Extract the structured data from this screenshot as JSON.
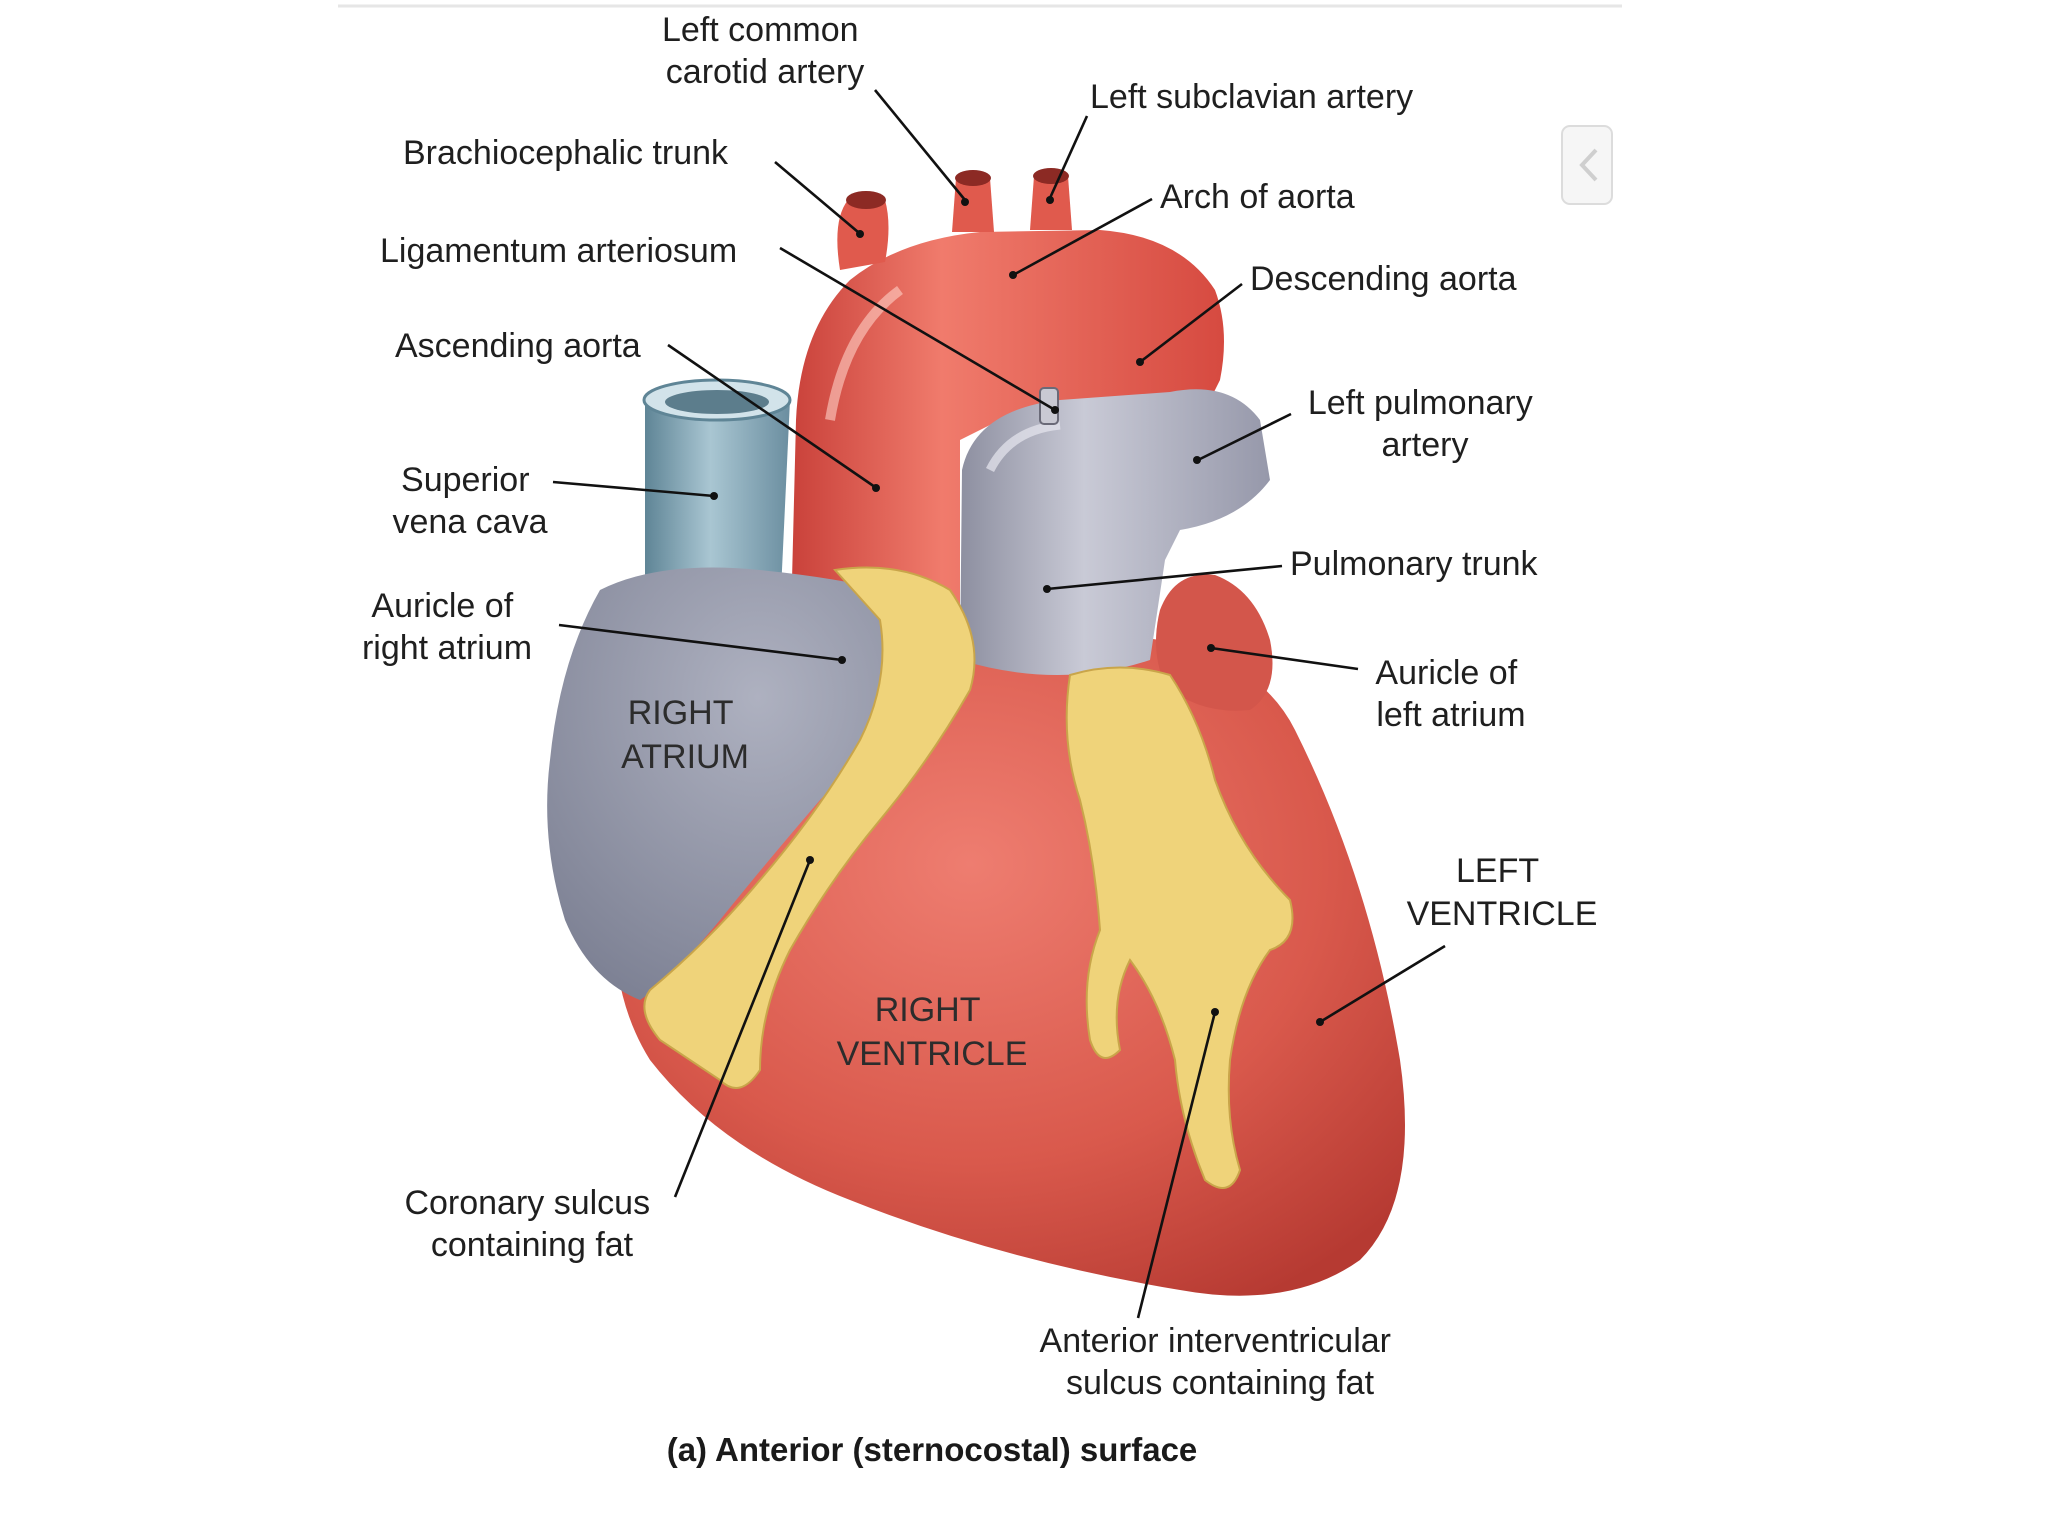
{
  "figure": {
    "caption": "(a) Anterior (sternocostal) surface",
    "labels": {
      "left_common_carotid": [
        "Left common",
        "carotid artery"
      ],
      "left_subclavian": "Left subclavian artery",
      "brachiocephalic": "Brachiocephalic trunk",
      "arch_of_aorta": "Arch of aorta",
      "ligamentum": "Ligamentum arteriosum",
      "descending_aorta": "Descending aorta",
      "ascending_aorta": "Ascending aorta",
      "left_pulmonary": [
        "Left pulmonary",
        "artery"
      ],
      "svc": [
        "Superior",
        "vena cava"
      ],
      "pulmonary_trunk": "Pulmonary trunk",
      "auricle_right": [
        "Auricle of",
        "right atrium"
      ],
      "auricle_left": [
        "Auricle of",
        "left atrium"
      ],
      "left_ventricle": [
        "LEFT",
        "VENTRICLE"
      ],
      "coronary_sulcus": [
        "Coronary sulcus",
        "containing fat"
      ],
      "interventricular": [
        "Anterior interventricular",
        "sulcus containing fat"
      ]
    },
    "regions": {
      "right_atrium": [
        "RIGHT",
        "ATRIUM"
      ],
      "right_ventricle": [
        "RIGHT",
        "VENTRICLE"
      ]
    }
  },
  "colors": {
    "ventricle": "#d9594c",
    "aorta": "#e2544a",
    "pulmonary": "#a9aab8",
    "atrium": "#8f93a4",
    "vena_cava": "#7fa2b3",
    "fat": "#efd37a"
  }
}
